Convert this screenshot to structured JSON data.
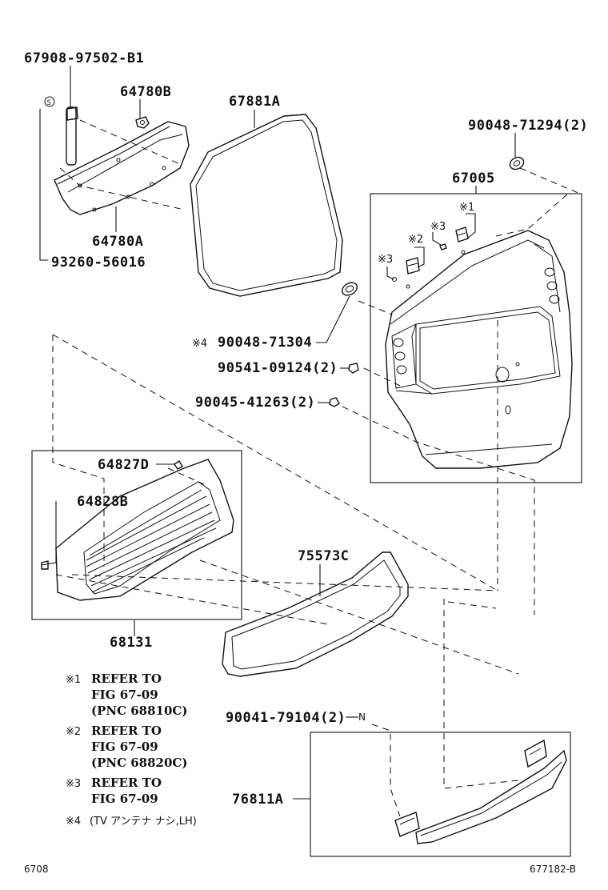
{
  "labels": {
    "pn_67908": "67908-97502-B1",
    "pn_64780B": "64780B",
    "pn_67881A": "67881A",
    "pn_90048_71294": "90048-71294(2)",
    "pn_67005": "67005",
    "pn_64780A": "64780A",
    "pn_93260": "93260-56016",
    "pn_90048_71304": "90048-71304",
    "pn_90541": "90541-09124(2)",
    "pn_90045": "90045-41263(2)",
    "pn_64827D": "64827D",
    "pn_64828B": "64828B",
    "pn_75573C": "75573C",
    "pn_68131": "68131",
    "pn_90041": "90041-79104(2)",
    "pn_76811A": "76811A"
  },
  "markers": {
    "s_circle": "S",
    "m1": "※1",
    "m2": "※2",
    "m3a": "※3",
    "m3b": "※3",
    "m4": "※4",
    "n_mark": "N"
  },
  "notes": {
    "n1_mark": "※1",
    "n1_line1": "REFER TO",
    "n1_line2": "FIG 67-09",
    "n1_line3": "(PNC 68810C)",
    "n2_mark": "※2",
    "n2_line1": "REFER TO",
    "n2_line2": "FIG 67-09",
    "n2_line3": "(PNC 68820C)",
    "n3_mark": "※3",
    "n3_line1": "REFER TO",
    "n3_line2": "FIG 67-09",
    "n4_mark": "※4",
    "n4_text": "(TV アンテナ ナシ,LH)"
  },
  "footer": {
    "left": "6708",
    "right": "677182-B"
  }
}
